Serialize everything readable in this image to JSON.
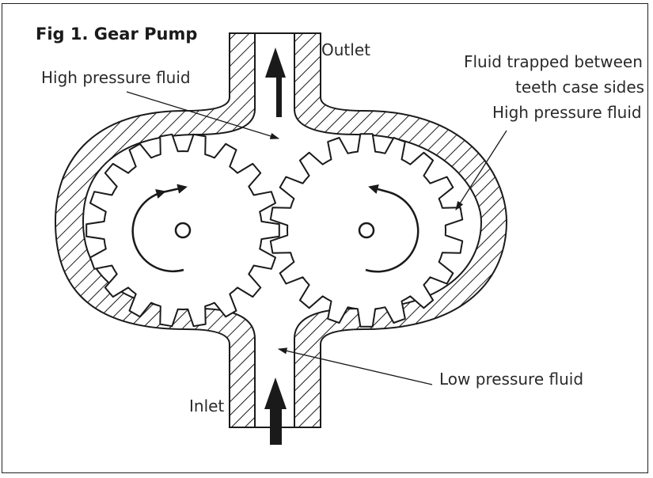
{
  "title": "Fig 1. Gear Pump",
  "labels": {
    "outlet": "Outlet",
    "inlet": "Inlet",
    "high_pressure_left": "High pressure fluid",
    "trapped_line1": "Fluid trapped between",
    "trapped_line2": "teeth case sides",
    "high_pressure_right": "High pressure fluid",
    "low_pressure": "Low pressure fluid"
  },
  "colors": {
    "ink": "#1a1a1a",
    "background": "#ffffff"
  }
}
